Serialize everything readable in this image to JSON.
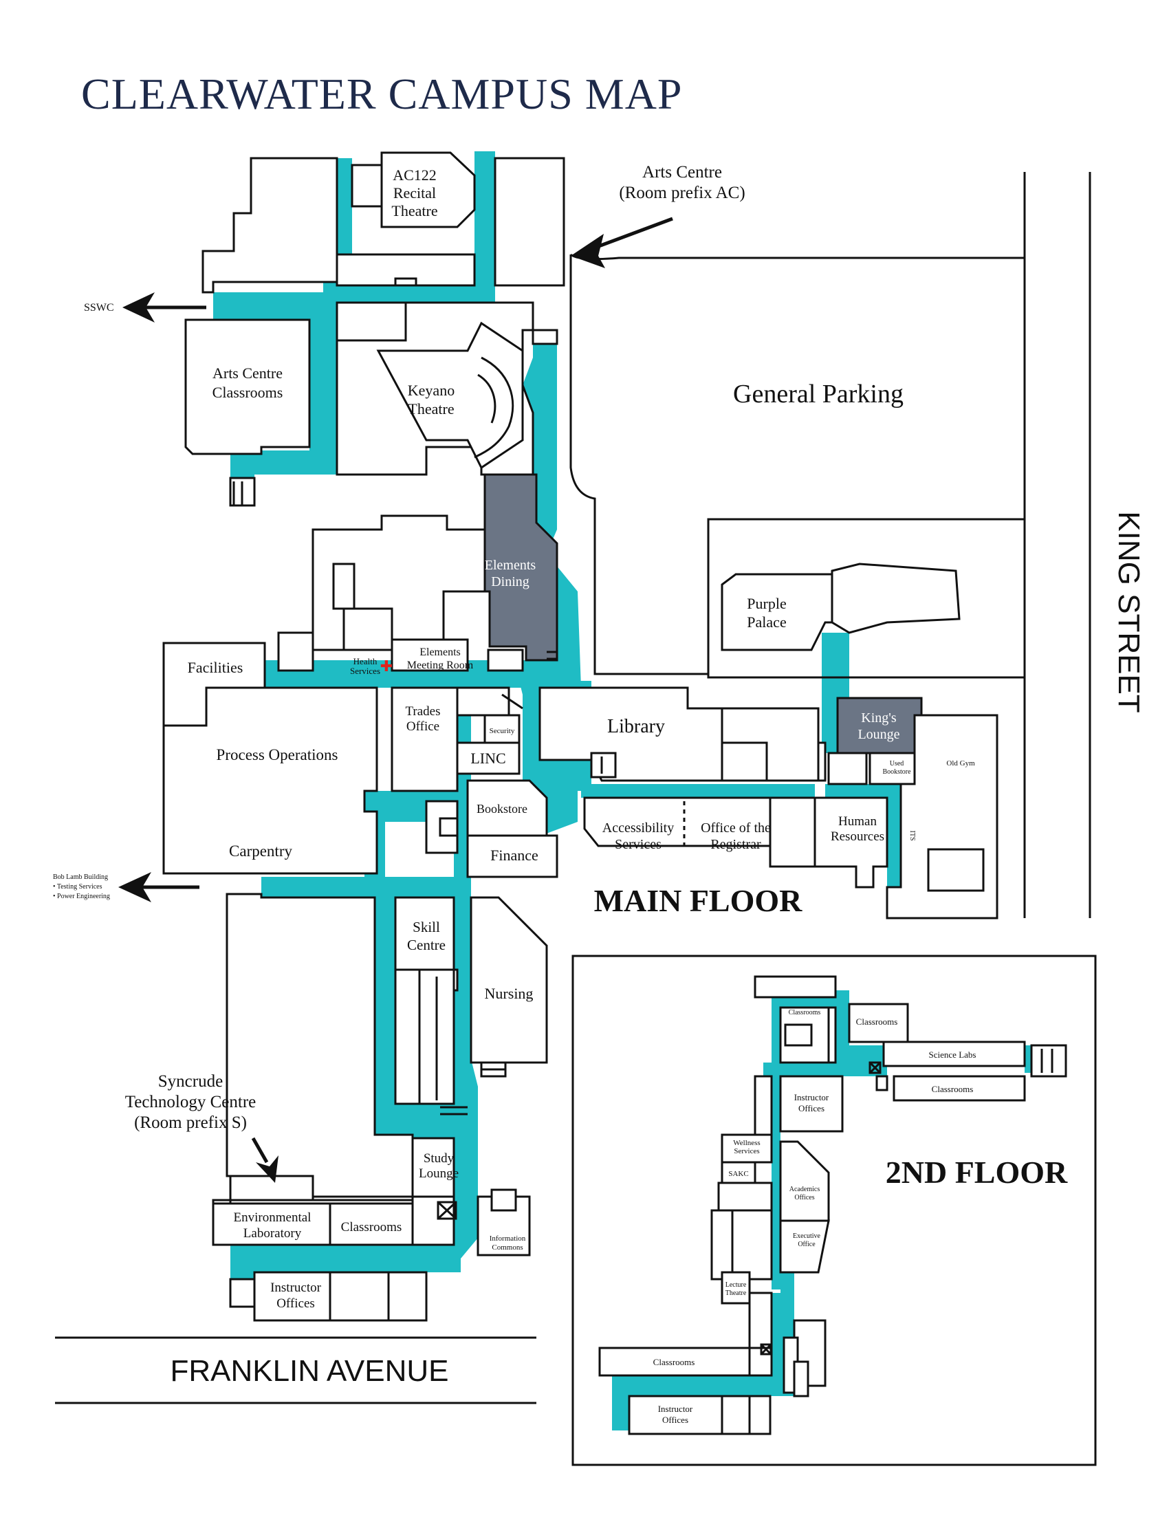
{
  "title": "CLEARWATER CAMPUS MAP",
  "colors": {
    "hallway": "#1fbcc4",
    "highlight_room": "#6b7585",
    "title": "#1e2a4a"
  },
  "streets": {
    "king": "KING STREET",
    "franklin": "FRANKLIN AVENUE"
  },
  "floors": {
    "main": "MAIN FLOOR",
    "second": "2ND FLOOR"
  },
  "callouts": {
    "arts_centre": [
      "Arts Centre",
      "(Room prefix AC)"
    ],
    "sswc": "SSWC",
    "bob_lamb": [
      "Bob Lamb Building",
      "• Testing Services",
      "• Power Engineering"
    ],
    "syncrude": [
      "Syncrude",
      "Technology Centre",
      "(Room prefix S)"
    ]
  },
  "main_floor_rooms": {
    "recital": [
      "AC122",
      "Recital",
      "Theatre"
    ],
    "arts_classrooms": [
      "Arts Centre",
      "Classrooms"
    ],
    "keyano": [
      "Keyano",
      "Theatre"
    ],
    "general_parking": "General Parking",
    "elements_dining": [
      "Elements",
      "Dining"
    ],
    "purple_palace": [
      "Purple",
      "Palace"
    ],
    "facilities": "Facilities",
    "health_services": [
      "Health",
      "Services"
    ],
    "elements_meeting": [
      "Elements",
      "Meeting Room"
    ],
    "trades_office": [
      "Trades",
      "Office"
    ],
    "security": "Security",
    "linc": "LINC",
    "library": "Library",
    "kings_lounge": [
      "King's",
      "Lounge"
    ],
    "used_bookstore": [
      "Used",
      "Bookstore"
    ],
    "old_gym": "Old Gym",
    "process_operations": "Process Operations",
    "carpentry": "Carpentry",
    "bookstore": "Bookstore",
    "finance": "Finance",
    "accessibility": [
      "Accessibility",
      "Services"
    ],
    "registrar": [
      "Office of the",
      "Registrar"
    ],
    "human_resources": [
      "Human",
      "Resources"
    ],
    "its": "ITS",
    "skill_centre": [
      "Skill",
      "Centre"
    ],
    "nursing": "Nursing",
    "study_lounge": [
      "Study",
      "Lounge"
    ],
    "information_commons": [
      "Information",
      "Commons"
    ],
    "environmental_lab": [
      "Environmental",
      "Laboratory"
    ],
    "classrooms": "Classrooms",
    "instructor_offices": [
      "Instructor",
      "Offices"
    ]
  },
  "second_floor_rooms": {
    "classrooms_small": "Classrooms",
    "classrooms_top": "Classrooms",
    "science_labs": "Science Labs",
    "classrooms_right": "Classrooms",
    "instructor_offices": [
      "Instructor",
      "Offices"
    ],
    "wellness": [
      "Wellness",
      "Services"
    ],
    "sakc": "SAKC",
    "academics": [
      "Academics",
      "Offices"
    ],
    "executive": [
      "Executive",
      "Office"
    ],
    "lecture": [
      "Lecture",
      "Theatre"
    ],
    "classrooms_bottom": "Classrooms",
    "instructor_offices_bottom": [
      "Instructor",
      "Offices"
    ]
  }
}
